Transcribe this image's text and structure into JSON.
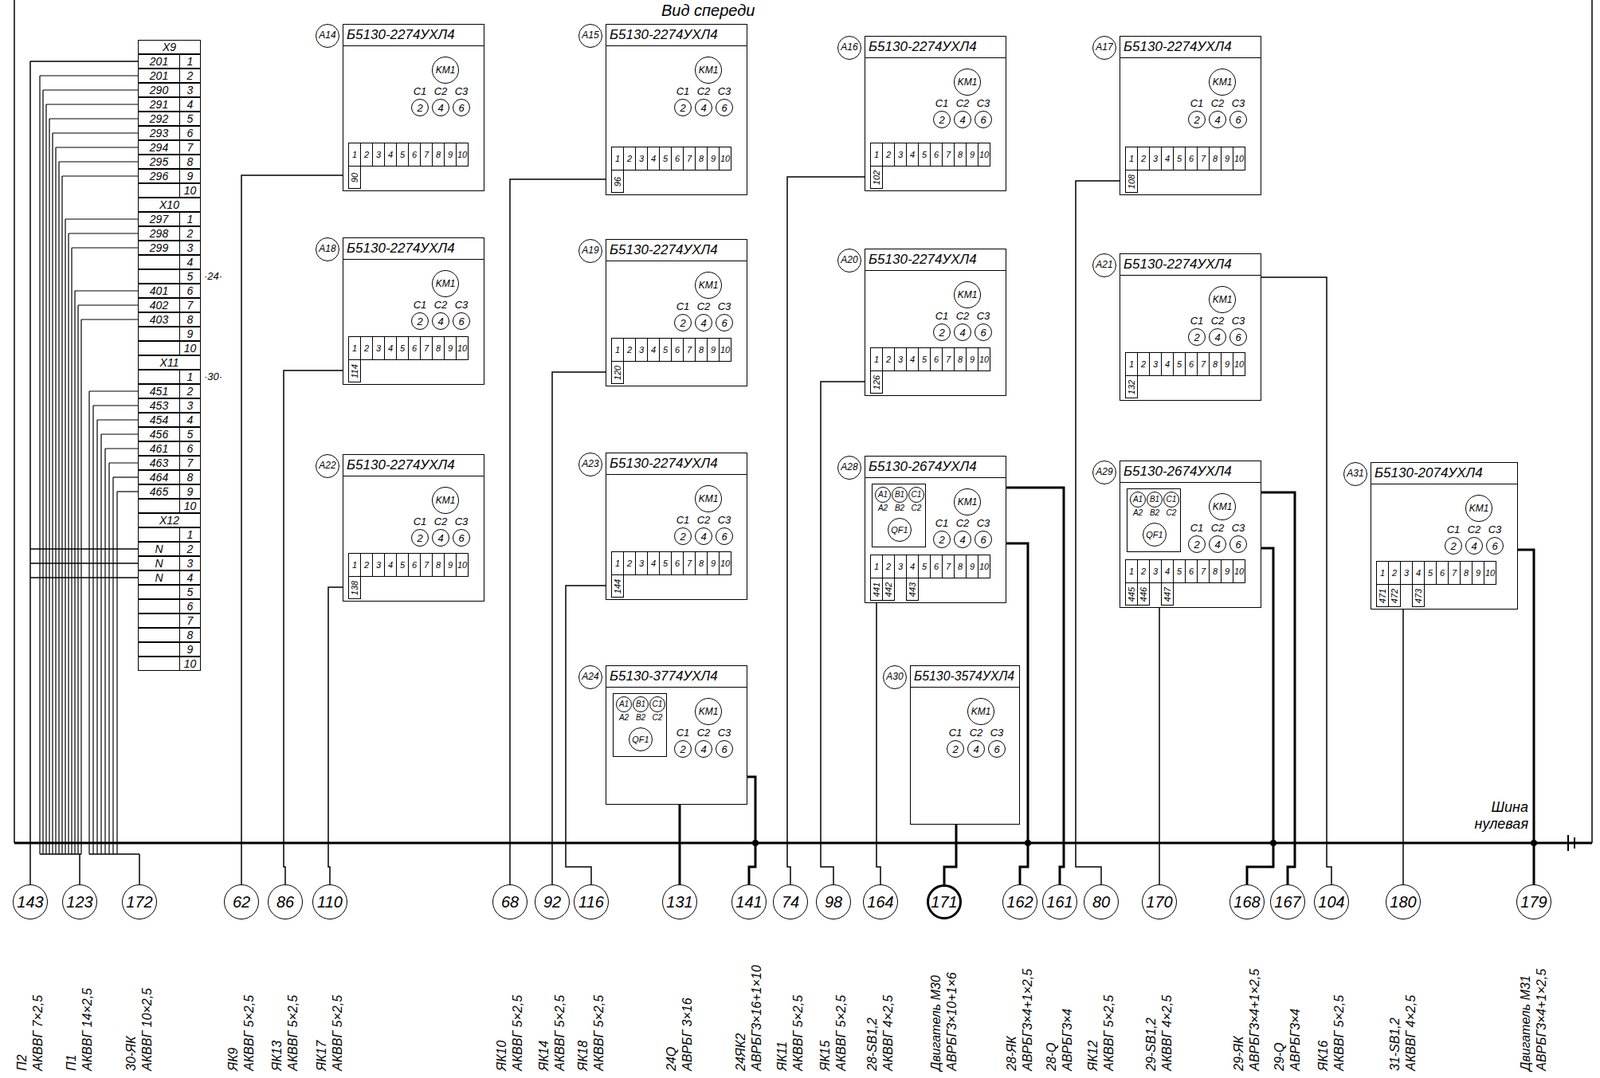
{
  "diagram": {
    "nodes": [
      {
        "text": [
          "A14",
          "Б5130-2274УХЛ4"
        ]
      },
      {
        "text": [
          "KM1"
        ],
        "in": 0
      },
      {
        "text": [
          "2"
        ],
        "in": 0
      },
      {
        "text": [
          "4"
        ],
        "in": 0
      },
      {
        "text": [
          "6"
        ],
        "in": 0
      },
      {
        "text": [
          "A15",
          "Б5130-2274УХЛ4"
        ]
      },
      {
        "text": [
          "KM1"
        ],
        "in": 5
      },
      {
        "text": [
          "2"
        ],
        "in": 5
      },
      {
        "text": [
          "4"
        ],
        "in": 5
      },
      {
        "text": [
          "6"
        ],
        "in": 5
      },
      {
        "text": [
          "A16",
          "Б5130-2274УХЛ4"
        ]
      },
      {
        "text": [
          "KM1"
        ],
        "in": 10
      },
      {
        "text": [
          "2"
        ],
        "in": 10
      },
      {
        "text": [
          "4"
        ],
        "in": 10
      },
      {
        "text": [
          "6"
        ],
        "in": 10
      },
      {
        "text": [
          "A17",
          "Б5130-2274УХЛ4"
        ]
      },
      {
        "text": [
          "KM1"
        ],
        "in": 15
      },
      {
        "text": [
          "2"
        ],
        "in": 15
      },
      {
        "text": [
          "4"
        ],
        "in": 15
      },
      {
        "text": [
          "6"
        ],
        "in": 15
      },
      {
        "text": [
          "A18",
          "Б5130-2274УХЛ4"
        ]
      },
      {
        "text": [
          "KM1"
        ],
        "in": 20
      },
      {
        "text": [
          "2"
        ],
        "in": 20
      },
      {
        "text": [
          "4"
        ],
        "in": 20
      },
      {
        "text": [
          "6"
        ],
        "in": 20
      },
      {
        "text": [
          "A19",
          "Б5130-2274УХЛ4"
        ]
      },
      {
        "text": [
          "KM1"
        ],
        "in": 25
      },
      {
        "text": [
          "2"
        ],
        "in": 25
      },
      {
        "text": [
          "4"
        ],
        "in": 25
      },
      {
        "text": [
          "6"
        ],
        "in": 25
      },
      {
        "text": [
          "A20",
          "Б5130-2274УХЛ4"
        ]
      },
      {
        "text": [
          "KM1"
        ],
        "in": 30
      },
      {
        "text": [
          "2"
        ],
        "in": 30
      },
      {
        "text": [
          "4"
        ],
        "in": 30
      },
      {
        "text": [
          "6"
        ],
        "in": 30
      },
      {
        "text": [
          "A21",
          "Б5130-2274УХЛ4"
        ]
      },
      {
        "text": [
          "KM1"
        ],
        "in": 35
      },
      {
        "text": [
          "2"
        ],
        "in": 35
      },
      {
        "text": [
          "4"
        ],
        "in": 35
      },
      {
        "text": [
          "6"
        ],
        "in": 35
      },
      {
        "text": [
          "A22",
          "Б5130-2274УХЛ4"
        ]
      },
      {
        "text": [
          "KM1"
        ],
        "in": 40
      },
      {
        "text": [
          "2"
        ],
        "in": 40
      },
      {
        "text": [
          "4"
        ],
        "in": 40
      },
      {
        "text": [
          "6"
        ],
        "in": 40
      },
      {
        "text": [
          "A23",
          "Б5130-2274УХЛ4"
        ]
      },
      {
        "text": [
          "KM1"
        ],
        "in": 45
      },
      {
        "text": [
          "2"
        ],
        "in": 45
      },
      {
        "text": [
          "4"
        ],
        "in": 45
      },
      {
        "text": [
          "6"
        ],
        "in": 45
      },
      {
        "text": [
          "A28",
          "Б5130-2674УХЛ4"
        ]
      },
      {
        "text": [
          "A2",
          "B2",
          "C2"
        ],
        "in": 50
      },
      {
        "text": [
          "A1"
        ],
        "in": 51
      },
      {
        "text": [
          "B1"
        ],
        "in": 51
      },
      {
        "text": [
          "C1"
        ],
        "in": 51
      },
      {
        "text": [
          "QF1"
        ],
        "in": 51
      },
      {
        "text": [
          "KM1"
        ],
        "in": 50
      },
      {
        "text": [
          "2"
        ],
        "in": 50
      },
      {
        "text": [
          "4"
        ],
        "in": 50
      },
      {
        "text": [
          "6"
        ],
        "in": 50
      },
      {
        "text": [
          "A29",
          "Б5130-2674УХЛ4"
        ]
      },
      {
        "text": [
          "A2",
          "B2",
          "C2"
        ],
        "in": 60
      },
      {
        "text": [
          "A1"
        ],
        "in": 61
      },
      {
        "text": [
          "B1"
        ],
        "in": 61
      },
      {
        "text": [
          "C1"
        ],
        "in": 61
      },
      {
        "text": [
          "QF1"
        ],
        "in": 61
      },
      {
        "text": [
          "KM1"
        ],
        "in": 60
      },
      {
        "text": [
          "2"
        ],
        "in": 60
      },
      {
        "text": [
          "4"
        ],
        "in": 60
      },
      {
        "text": [
          "6"
        ],
        "in": 60
      },
      {
        "text": [
          "A31",
          "Б5130-2074УХЛ4"
        ]
      },
      {
        "text": [
          "KM1"
        ],
        "in": 70
      },
      {
        "text": [
          "2"
        ],
        "in": 70
      },
      {
        "text": [
          "4"
        ],
        "in": 70
      },
      {
        "text": [
          "6"
        ],
        "in": 70
      },
      {
        "text": [
          "A24",
          "Б5130-3774УХЛ4"
        ]
      },
      {
        "text": [
          "A2",
          "B2",
          "C2"
        ],
        "in": 75
      },
      {
        "text": [
          "A1"
        ],
        "in": 76
      },
      {
        "text": [
          "B1"
        ],
        "in": 76
      },
      {
        "text": [
          "C1"
        ],
        "in": 76
      },
      {
        "text": [
          "QF1"
        ],
        "in": 76
      },
      {
        "text": [
          "KM1"
        ],
        "in": 75
      },
      {
        "text": [
          "2"
        ],
        "in": 75
      },
      {
        "text": [
          "4"
        ],
        "in": 75
      },
      {
        "text": [
          "6"
        ],
        "in": 75
      },
      {
        "text": [
          "A30",
          "Б5130-3574УХЛ4"
        ]
      },
      {
        "text": [
          "KM1"
        ],
        "in": 85
      },
      {
        "text": [
          "2"
        ],
        "in": 85
      },
      {
        "text": [
          "4"
        ],
        "in": 85
      },
      {
        "text": [
          "6"
        ],
        "in": 85
      },
      {
        "text": [
          "143"
        ]
      },
      {
        "text": [
          "123"
        ]
      },
      {
        "text": [
          "172"
        ]
      },
      {
        "text": [
          "62"
        ]
      },
      {
        "text": [
          "86"
        ]
      },
      {
        "text": [
          "110"
        ]
      },
      {
        "text": [
          "68"
        ]
      },
      {
        "text": [
          "92"
        ]
      },
      {
        "text": [
          "116"
        ]
      },
      {
        "text": [
          "131"
        ]
      },
      {
        "text": [
          "141"
        ]
      },
      {
        "text": [
          "74"
        ]
      },
      {
        "text": [
          "98"
        ]
      },
      {
        "text": [
          "164"
        ]
      },
      {
        "text": [
          "171"
        ]
      },
      {
        "text": [
          "162"
        ]
      },
      {
        "text": [
          "161"
        ]
      },
      {
        "text": [
          "80"
        ]
      },
      {
        "text": [
          "170"
        ]
      },
      {
        "text": [
          "168"
        ]
      },
      {
        "text": [
          "167"
        ]
      },
      {
        "text": [
          "104"
        ]
      },
      {
        "text": [
          "180"
        ]
      },
      {
        "text": [
          "179"
        ]
      }
    ],
    "edges": [
      {
        "from": 0,
        "to": 93,
        "arrow": "none"
      },
      {
        "from": 20,
        "to": 94,
        "arrow": "none"
      },
      {
        "from": 40,
        "to": 95,
        "arrow": "none"
      },
      {
        "from": 5,
        "to": 96,
        "arrow": "none"
      },
      {
        "from": 25,
        "to": 97,
        "arrow": "none"
      },
      {
        "from": 45,
        "to": 98,
        "arrow": "none"
      },
      {
        "from": 75,
        "to": 99,
        "arrow": "none"
      },
      {
        "from": 75,
        "to": 100,
        "arrow": "none"
      },
      {
        "from": 10,
        "to": 101,
        "arrow": "none"
      },
      {
        "from": 30,
        "to": 102,
        "arrow": "none"
      },
      {
        "from": 50,
        "to": 103,
        "arrow": "none"
      },
      {
        "from": 85,
        "to": 104,
        "arrow": "none"
      },
      {
        "from": 50,
        "to": 105,
        "arrow": "none"
      },
      {
        "from": 50,
        "to": 106,
        "arrow": "none"
      },
      {
        "from": 15,
        "to": 107,
        "arrow": "none"
      },
      {
        "from": 60,
        "to": 108,
        "arrow": "none"
      },
      {
        "from": 60,
        "to": 109,
        "arrow": "none"
      },
      {
        "from": 60,
        "to": 110,
        "arrow": "none"
      },
      {
        "from": 35,
        "to": 111,
        "arrow": "none"
      },
      {
        "from": 70,
        "to": 112,
        "arrow": "none"
      },
      {
        "from": 70,
        "to": 113,
        "arrow": "none"
      }
    ],
    "labels": [
      "Вид спереди",
      "X9",
      "201",
      "1",
      "201",
      "2",
      "290",
      "3",
      "291",
      "4",
      "292",
      "5",
      "293",
      "6",
      "294",
      "7",
      "295",
      "8",
      "296",
      "9",
      "10",
      "X10",
      "297",
      "1",
      "298",
      "2",
      "299",
      "3",
      "4",
      "5",
      "401",
      "6",
      "402",
      "7",
      "403",
      "8",
      "9",
      "10",
      "·24·",
      "X11",
      "1",
      "451",
      "2",
      "453",
      "3",
      "454",
      "4",
      "456",
      "5",
      "461",
      "6",
      "463",
      "7",
      "464",
      "8",
      "465",
      "9",
      "10",
      "·30·",
      "X12",
      "1",
      "N",
      "2",
      "N",
      "3",
      "N",
      "4",
      "5",
      "6",
      "7",
      "8",
      "9",
      "10",
      "C1",
      "C2",
      "C3",
      "1",
      "2",
      "3",
      "4",
      "5",
      "6",
      "7",
      "8",
      "9",
      "10",
      "90",
      "C1",
      "C2",
      "C3",
      "1",
      "2",
      "3",
      "4",
      "5",
      "6",
      "7",
      "8",
      "9",
      "10",
      "96",
      "C1",
      "C2",
      "C3",
      "1",
      "2",
      "3",
      "4",
      "5",
      "6",
      "7",
      "8",
      "9",
      "10",
      "102",
      "C1",
      "C2",
      "C3",
      "1",
      "2",
      "3",
      "4",
      "5",
      "6",
      "7",
      "8",
      "9",
      "10",
      "108",
      "C1",
      "C2",
      "C3",
      "1",
      "2",
      "3",
      "4",
      "5",
      "6",
      "7",
      "8",
      "9",
      "10",
      "114",
      "C1",
      "C2",
      "C3",
      "1",
      "2",
      "3",
      "4",
      "5",
      "6",
      "7",
      "8",
      "9",
      "10",
      "120",
      "C1",
      "C2",
      "C3",
      "1",
      "2",
      "3",
      "4",
      "5",
      "6",
      "7",
      "8",
      "9",
      "10",
      "126",
      "C1",
      "C2",
      "C3",
      "1",
      "2",
      "3",
      "4",
      "5",
      "6",
      "7",
      "8",
      "9",
      "10",
      "132",
      "C1",
      "C2",
      "C3",
      "1",
      "2",
      "3",
      "4",
      "5",
      "6",
      "7",
      "8",
      "9",
      "10",
      "138",
      "C1",
      "C2",
      "C3",
      "1",
      "2",
      "3",
      "4",
      "5",
      "6",
      "7",
      "8",
      "9",
      "10",
      "144",
      "C1",
      "C2",
      "C3",
      "1",
      "2",
      "3",
      "4",
      "5",
      "6",
      "7",
      "8",
      "9",
      "10",
      "441",
      "442",
      "443",
      "C1",
      "C2",
      "C3",
      "1",
      "2",
      "3",
      "4",
      "5",
      "6",
      "7",
      "8",
      "9",
      "10",
      "445",
      "446",
      "447",
      "C1",
      "C2",
      "C3",
      "1",
      "2",
      "3",
      "4",
      "5",
      "6",
      "7",
      "8",
      "9",
      "10",
      "471",
      "472",
      "473",
      "C1",
      "C2",
      "C3",
      "C1",
      "C2",
      "C3",
      "П2",
      "АКВВГ 7×2,5",
      "П1",
      "АКВВГ 14×2,5",
      "30-ЯК",
      "АКВВГ 10×2,5",
      "ЯК9",
      "АКВВГ 5×2,5",
      "ЯК13",
      "АКВВГ 5×2,5",
      "ЯК17",
      "АКВВГ 5×2,5",
      "ЯК10",
      "АКВВГ 5×2,5",
      "ЯК14",
      "АКВВГ 5×2,5",
      "ЯК18",
      "АКВВГ 5×2,5",
      "24Q",
      "АВРБГ 3×16",
      "24ЯК2",
      "АВРБГ3×16+1×10",
      "ЯК11",
      "АКВВГ 5×2,5",
      "ЯК15",
      "АКВВГ 5×2,5",
      "28-SB1,2",
      "АКВВГ 4×2,5",
      "Двигатель М30",
      "АВРБГ3×10+1×6",
      "28-ЯК",
      "АВРБГ3×4+1×2,5",
      "28-Q",
      "АВРБГ3×4",
      "ЯК12",
      "АКВВГ 5×2,5",
      "29-SB1,2",
      "АКВВГ 4×2,5",
      "29-ЯК",
      "АВРБГ3×4+1×2,5",
      "29-Q",
      "АВРБГ3×4",
      "ЯК16",
      "АКВВГ 5×2,5",
      "31-SB1,2",
      "АКВВГ 4×2,5",
      "Двигатель М31",
      "АВРБГ3×4+1×2,5",
      "Шина нулевая"
    ]
  }
}
